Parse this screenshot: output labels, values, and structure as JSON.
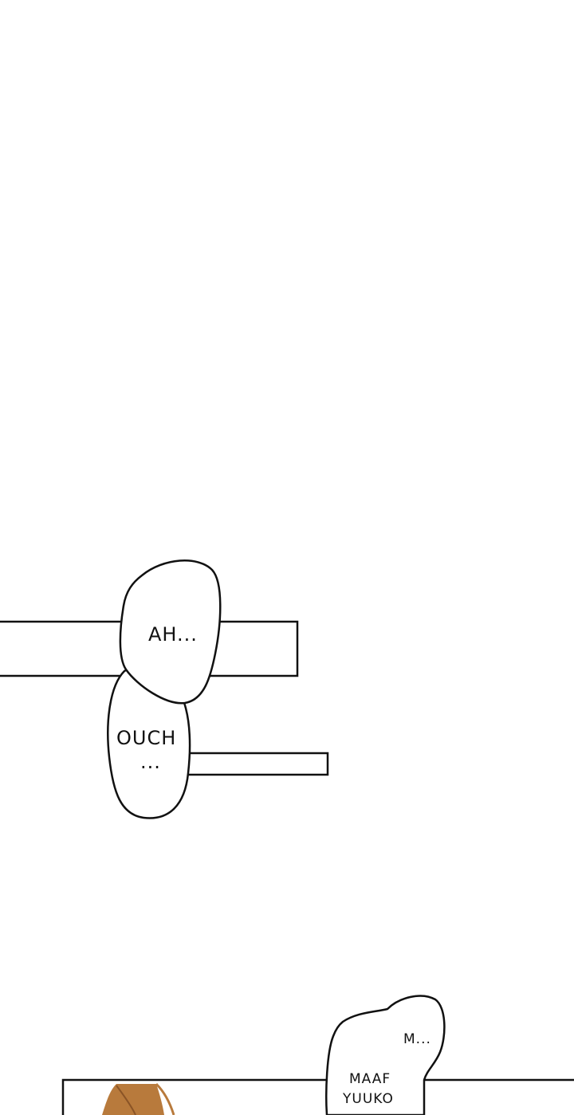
{
  "colors": {
    "background": "#ffffff",
    "ink": "#111111",
    "hair": "#b87a3c",
    "hair_shadow": "#8a5426"
  },
  "panel_1": {
    "bubble_top_text": "AH...",
    "bubble_bottom_line1": "OUCH",
    "bubble_bottom_line2": "..."
  },
  "panel_2": {
    "bubble_line1": "M...",
    "bubble_line2": "MAAF",
    "bubble_line3": "YUUKO"
  }
}
